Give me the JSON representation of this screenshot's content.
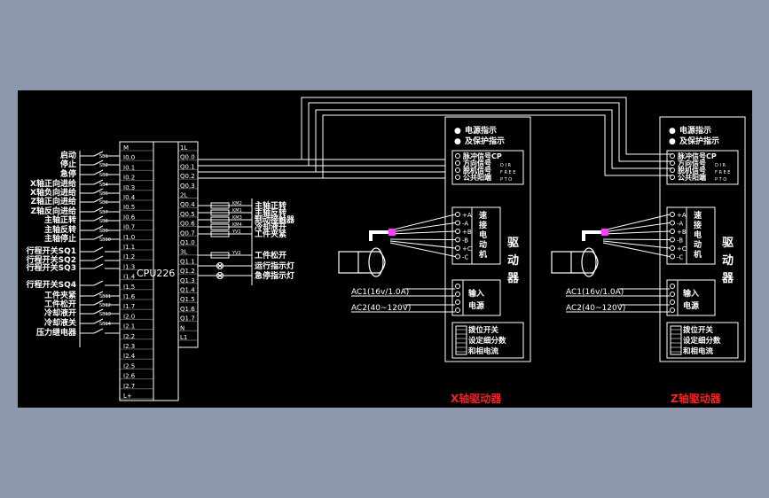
{
  "plc": {
    "model": "CPU226",
    "left_pins": [
      "M",
      "I0.0",
      "I0.1",
      "I0.2",
      "I0.3",
      "I0.4",
      "I0.5",
      "I0.6",
      "I0.7",
      "I1.0",
      "I1.1",
      "I1.2",
      "I1.3",
      "I1.4",
      "I1.5",
      "I1.6",
      "I1.7",
      "I2.0",
      "I2.1",
      "I2.2",
      "I2.3",
      "I2.4",
      "I2.5",
      "I2.6",
      "I2.7",
      "L+"
    ],
    "right_pins": [
      "1L",
      "Q0.0",
      "Q0.1",
      "Q0.2",
      "Q0.3",
      "2L",
      "Q0.4",
      "Q0.5",
      "Q0.6",
      "Q0.7",
      "Q1.0",
      "3L",
      "Q1.1",
      "Q1.2",
      "Q1.3",
      "Q1.4",
      "Q1.5",
      "Q1.6",
      "Q1.7",
      "N",
      "L1"
    ]
  },
  "inputs": [
    {
      "label": "启动",
      "sb": "SB1"
    },
    {
      "label": "停止",
      "sb": "SB2"
    },
    {
      "label": "急停",
      "sb": "SB3"
    },
    {
      "label": "X轴正向进给",
      "sb": "SB4"
    },
    {
      "label": "X轴负向进给",
      "sb": "SB5"
    },
    {
      "label": "Z轴正向进给",
      "sb": "SB6"
    },
    {
      "label": "Z轴反向进给",
      "sb": "SB7"
    },
    {
      "label": "主轴正转",
      "sb": "SB8"
    },
    {
      "label": "主轴反转",
      "sb": "SB9"
    },
    {
      "label": "主轴停止",
      "sb": "SB10"
    },
    {
      "label": "行程开关SQ1",
      "sb": ""
    },
    {
      "label": "行程开关SQ2",
      "sb": ""
    },
    {
      "label": "行程开关SQ3",
      "sb": ""
    },
    {
      "label": "行程开关SQ4",
      "sb": ""
    },
    {
      "label": "工件夹紧",
      "sb": "SB11"
    },
    {
      "label": "工件松开",
      "sb": "SB12"
    },
    {
      "label": "冷却液开",
      "sb": "SB13"
    },
    {
      "label": "冷却液关",
      "sb": "SB14"
    },
    {
      "label": "压力继电器",
      "sb": ""
    }
  ],
  "outputs": [
    {
      "label": "主轴正转",
      "relay": "KM2"
    },
    {
      "label": "主轴反转",
      "relay": "KM1"
    },
    {
      "label": "制动接触器",
      "relay": "KM3"
    },
    {
      "label": "冷却液开",
      "relay": "KM4"
    },
    {
      "label": "工件夹紧",
      "relay": "YV1"
    },
    {
      "label": "工件松开",
      "relay": "YV2"
    },
    {
      "label": "运行指示灯",
      "relay": ""
    },
    {
      "label": "急停指示灯",
      "relay": ""
    }
  ],
  "drive": {
    "power_indicator": "电源指示",
    "protect_indicator": "及保护指示",
    "signals": [
      "脉冲信号CP",
      "方向信号",
      "脱机信号",
      "公共阳端"
    ],
    "signal_codes": [
      "D I R",
      "F R E E",
      "P T O"
    ],
    "motor_terminals": [
      "+A",
      "-A",
      "+B",
      "-B",
      "+C",
      "-C"
    ],
    "motor_label": [
      "速",
      "接",
      "电",
      "动",
      "机"
    ],
    "driver_label": [
      "驱",
      "动",
      "器"
    ],
    "ac1": "AC1(16v/1.0A)",
    "ac2": "AC2(40~120V)",
    "input_power": [
      "输入",
      "电源"
    ],
    "dip": [
      "拨位开关",
      "设定细分数",
      "和相电流"
    ]
  },
  "titles": {
    "x_driver": "X轴驱动器",
    "z_driver": "Z轴驱动器"
  }
}
